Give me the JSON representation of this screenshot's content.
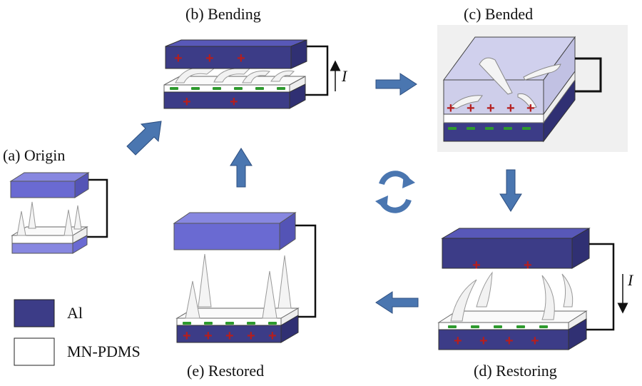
{
  "panels": {
    "origin": {
      "label": "(a) Origin"
    },
    "bending": {
      "label": "(b) Bending",
      "current": "I"
    },
    "bended": {
      "label": "(c) Bended"
    },
    "restoring": {
      "label": "(d) Restoring",
      "current": "I"
    },
    "restored": {
      "label": "(e) Restored"
    }
  },
  "legend": [
    {
      "label": "Al",
      "color": "#3c3c87"
    },
    {
      "label": "MN-PDMS",
      "color": "#ffffff"
    }
  ],
  "colors": {
    "al_top": "#6767c4",
    "al_side": "#3c3c87",
    "al_light": "#8787e0",
    "arrow": "#4a76b0",
    "plus": "#b51e1e",
    "minus": "#2e9a2e"
  },
  "icons": [
    "cycle-arrows-icon"
  ]
}
